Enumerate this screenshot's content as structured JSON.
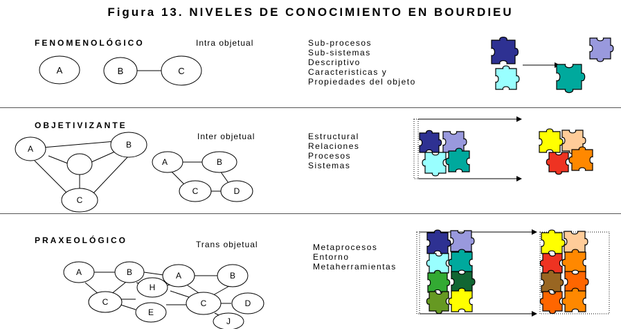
{
  "title": "Figura 13. NIVELES DE CONOCIMIENTO EN BOURDIEU",
  "levels": [
    {
      "name": "FENOMENOLÓGICO",
      "kind": "Intra objetual",
      "items": [
        "Sub-procesos",
        "Sub-sistemas",
        "Descriptivo",
        "Caracteristicas y",
        "Propiedades del objeto"
      ],
      "nodes": [
        "A",
        "B",
        "C"
      ]
    },
    {
      "name": "OBJETIVIZANTE",
      "kind": "Inter objetual",
      "items": [
        "Estructural",
        "Relaciones",
        "Procesos",
        "Sistemas"
      ],
      "nodes_left": [
        "A",
        "B",
        "C"
      ],
      "nodes_right": [
        "A",
        "B",
        "C",
        "D"
      ]
    },
    {
      "name": "PRAXEOLÓGICO",
      "kind": "Trans objetual",
      "items": [
        "Metaprocesos",
        "Entorno",
        "Metaherramientas"
      ],
      "nodes": [
        "A",
        "B",
        "A",
        "B",
        "C",
        "H",
        "C",
        "D",
        "E",
        "J"
      ]
    }
  ],
  "colors": {
    "navy": "#2e3192",
    "lavender": "#9999dd",
    "cyan": "#99ffff",
    "teal": "#00a99d",
    "green": "#33aa33",
    "dkgreen": "#116633",
    "olive": "#669922",
    "yellow": "#ffff00",
    "peach": "#ffcc99",
    "red": "#ee3322",
    "orange": "#ff8800",
    "brown": "#996622",
    "dkorange": "#ff6600"
  }
}
